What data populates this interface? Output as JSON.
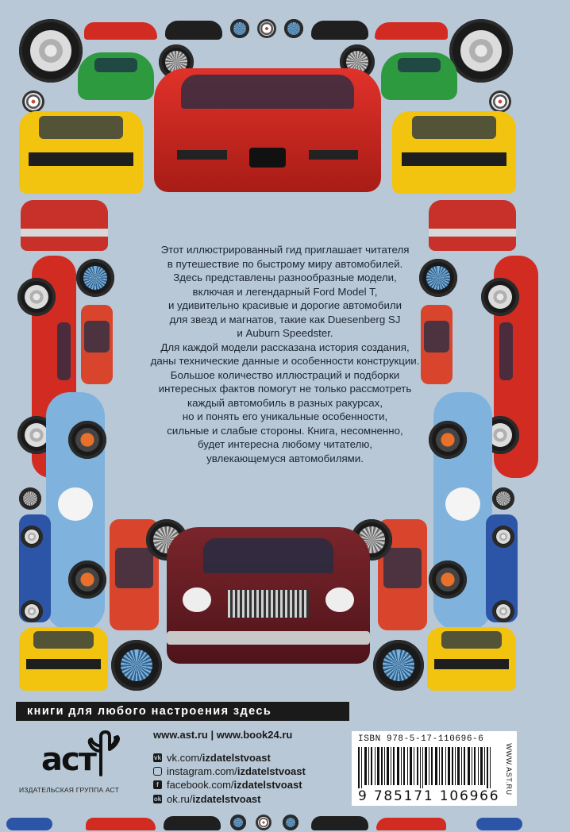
{
  "description": [
    "Этот иллюстрированный гид приглашает читателя",
    "в путешествие по быстрому миру автомобилей.",
    "Здесь представлены разнообразные модели,",
    "включая и легендарный Ford Model T,",
    "и удивительно красивые и дорогие автомобили",
    "для звезд и магнатов, такие как Duesenberg SJ",
    "и Auburn Speedster.",
    "Для каждой модели рассказана история создания,",
    "даны технические данные и особенности конструкции.",
    "Большое количество иллюстраций и подборки",
    "интересных фактов помогут не только рассмотреть",
    "каждый автомобиль в разных ракурсах,",
    "но и понять его уникальные особенности,",
    "сильные и слабые стороны. Книга, несомненно,",
    "будет интересна любому читателю,",
    "увлекающемуся автомобилями."
  ],
  "slogan": "книги для любого настроения здесь",
  "websites": "www.ast.ru | www.book24.ru",
  "publisher": {
    "logo_text": "аст",
    "name": "ИЗДАТЕЛЬСКАЯ ГРУППА АСТ"
  },
  "socials": [
    {
      "icon": "vk-icon",
      "glyph": "vk",
      "prefix": "vk.com/",
      "handle": "izdatelstvoast"
    },
    {
      "icon": "instagram-icon",
      "glyph": "",
      "prefix": "instagram.com/",
      "handle": "izdatelstvoast"
    },
    {
      "icon": "facebook-icon",
      "glyph": "f",
      "prefix": "facebook.com/",
      "handle": "izdatelstvoast"
    },
    {
      "icon": "ok-icon",
      "glyph": "ok",
      "prefix": "ok.ru/",
      "handle": "izdatelstvoast"
    }
  ],
  "barcode": {
    "isbn": "ISBN 978-5-17-110696-6",
    "digits": "9 785171 106966",
    "vertical_url": "WWW.AST.RU"
  },
  "colors": {
    "background": "#b8c8d6",
    "red": "#d22b22",
    "yellow": "#f2c40f",
    "green": "#2e9a3f",
    "light_blue": "#7fb3dd",
    "maroon": "#6a1f24",
    "dark": "#1a1a1a"
  }
}
